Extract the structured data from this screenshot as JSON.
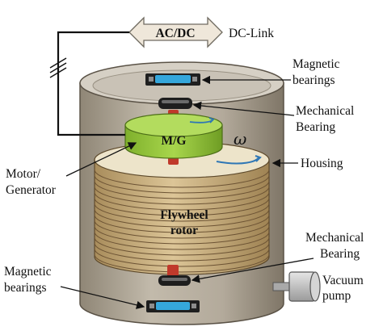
{
  "converter": {
    "label": "AC/DC",
    "dc_link_label": "DC-Link"
  },
  "labels": {
    "magnetic_bearings_top": [
      "Magnetic",
      "bearings"
    ],
    "mechanical_bearing_top": [
      "Mechanical",
      "Bearing"
    ],
    "mg": "M/G",
    "omega": "ω",
    "housing": "Housing",
    "motor_generator": [
      "Motor/",
      "Generator"
    ],
    "flywheel_rotor": [
      "Flywheel",
      "rotor"
    ],
    "mechanical_bearing_bottom": [
      "Mechanical",
      "Bearing"
    ],
    "magnetic_bearings_bottom": [
      "Magnetic",
      "bearings"
    ],
    "vacuum_pump": [
      "Vacuum",
      "pump"
    ]
  },
  "colors": {
    "housing": "#b3aa9b",
    "housing_dark": "#8d8474",
    "housing_top": "#d1cbc1",
    "mg": "#9ccc3c",
    "mg_dark": "#76a328",
    "rotor": "#c9ae7c",
    "rotor_top": "#ece3c9",
    "rotor_line": "#6c5334",
    "shaft": "#c0392b",
    "bearing_blue": "#35a7dc",
    "converter_fill": "#efe7da",
    "arrow_blue": "#2f77b5"
  }
}
